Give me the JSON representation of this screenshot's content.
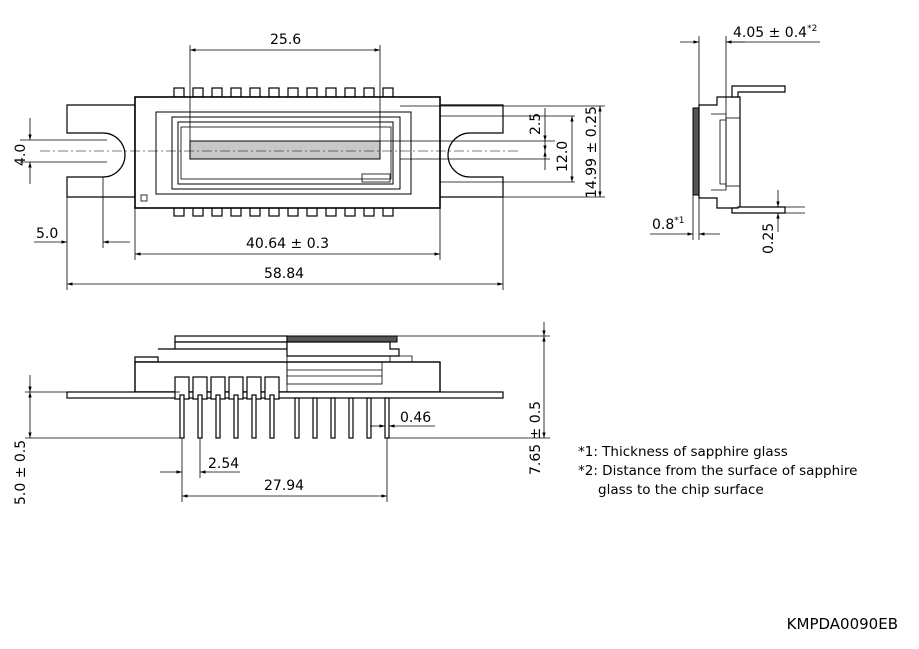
{
  "dimensions": {
    "top_pin_pitch_span": "25.6",
    "pin_row_offset": "2.5",
    "window_height": "12.0",
    "package_height": "14.99 ± 0.25",
    "mount_slot_width": "4.0",
    "slot_edge_offset": "5.0",
    "body_length": "40.64 ± 0.3",
    "overall_length": "58.84",
    "side_thickness": "4.05 ± 0.4",
    "side_thickness_note": "*2",
    "glass_thickness": "0.8",
    "glass_thickness_note": "*1",
    "lead_offset": "0.25",
    "lead_length": "5.0 ± 0.5",
    "lead_width": "0.46",
    "lead_pitch": "2.54",
    "lead_span": "27.94",
    "total_height": "7.65 ± 0.5"
  },
  "notes": [
    "*1: Thickness of sapphire glass",
    "*2: Distance from the surface of sapphire",
    "glass to the chip surface"
  ],
  "drawing_code": "KMPDA0090EB",
  "colors": {
    "line": "#000000",
    "sensor_fill": "#c8c8c8",
    "glass_dark": "#555555",
    "background": "#ffffff"
  }
}
